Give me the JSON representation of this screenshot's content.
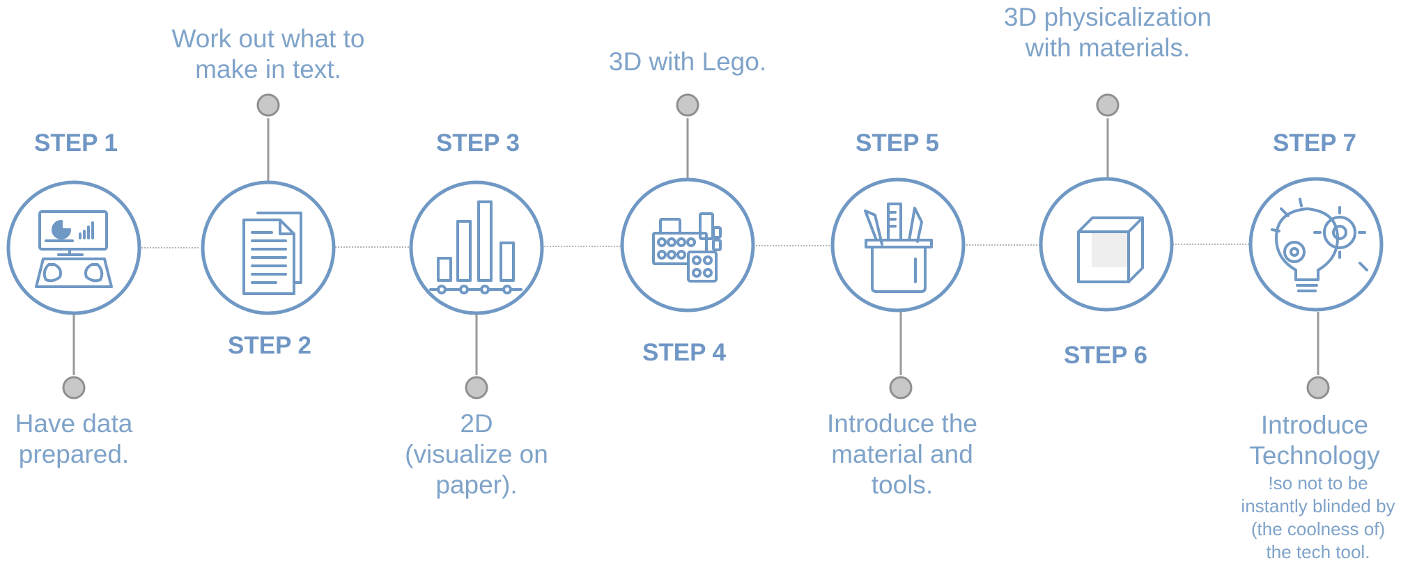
{
  "colors": {
    "accent": "#6f96c4",
    "text": "#7fa3c9",
    "connector": "#9a9a9a",
    "dot_fill": "#c8c8c8"
  },
  "steps": [
    {
      "title": "STEP 1",
      "description": "Have data prepared.",
      "icon": "computer-dashboard-icon"
    },
    {
      "title": "STEP 2",
      "description": "Work out what to make in text.",
      "icon": "document-icon"
    },
    {
      "title": "STEP 3",
      "description": "2D (visualize on paper).",
      "icon": "bar-chart-icon"
    },
    {
      "title": "STEP 4",
      "description": "3D with Lego.",
      "icon": "lego-bricks-icon"
    },
    {
      "title": "STEP 5",
      "description": "Introduce the material and tools.",
      "icon": "pencil-cup-icon"
    },
    {
      "title": "STEP 6",
      "description": "3D physicalization with materials.",
      "icon": "cube-icon"
    },
    {
      "title": "STEP 7",
      "description": "Introduce Technology",
      "note": "!so not to be instantly blinded by (the coolness of) the tech tool.",
      "icon": "lightbulb-gears-icon"
    }
  ]
}
